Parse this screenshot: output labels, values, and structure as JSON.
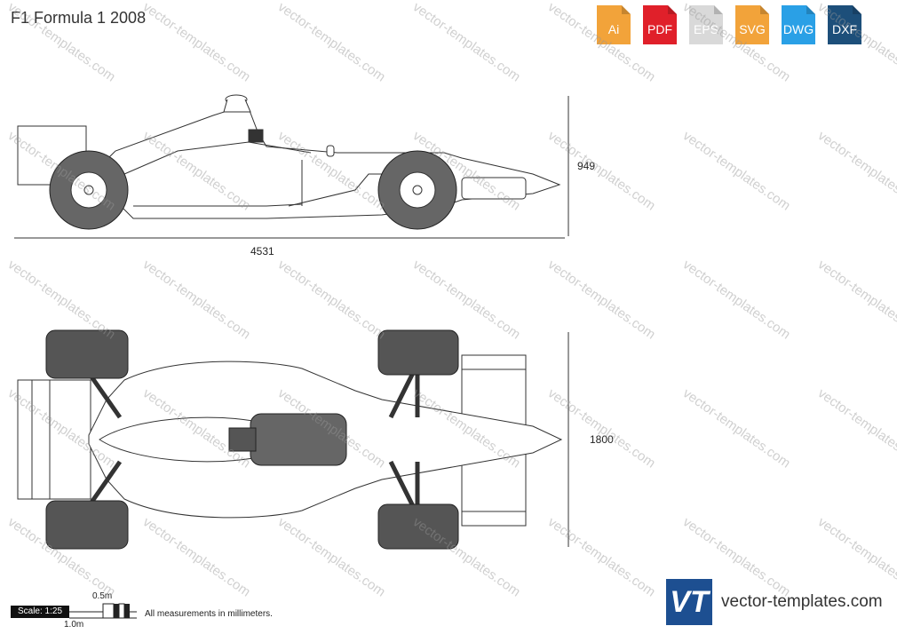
{
  "title": "F1 Formula 1 2008",
  "formats": [
    {
      "label": "Ai",
      "color": "#f2a33a"
    },
    {
      "label": "PDF",
      "color": "#e0202a"
    },
    {
      "label": "EPS",
      "color": "#d9d9d9"
    },
    {
      "label": "SVG",
      "color": "#f2a33a"
    },
    {
      "label": "DWG",
      "color": "#2aa0e6"
    },
    {
      "label": "DXF",
      "color": "#1d4f7a"
    }
  ],
  "dimensions": {
    "height": "949",
    "length": "4531",
    "width": "1800"
  },
  "scale": {
    "label": "Scale: 1:25",
    "half": "0.5m",
    "full": "1.0m"
  },
  "note": "All measurements in millimeters.",
  "watermark": "vector-templates.com",
  "brand": {
    "logo": "VT",
    "text": "vector-templates.com"
  }
}
